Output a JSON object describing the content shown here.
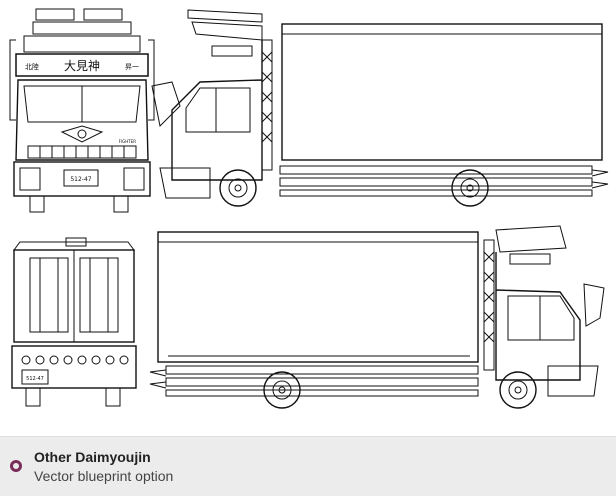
{
  "caption": {
    "title": "Other Daimyoujin",
    "subtitle": "Vector blueprint option"
  },
  "labels": {
    "front_plate_code": "大見神",
    "front_plate_left": "北陸",
    "front_plate_right": "昇一",
    "front_brand": "FIGHTER",
    "front_license": "512-47",
    "rear_license": "512-47"
  },
  "colors": {
    "line": "#111111",
    "caption_bg": "#ececec",
    "bullet": "#7b2d5a"
  }
}
